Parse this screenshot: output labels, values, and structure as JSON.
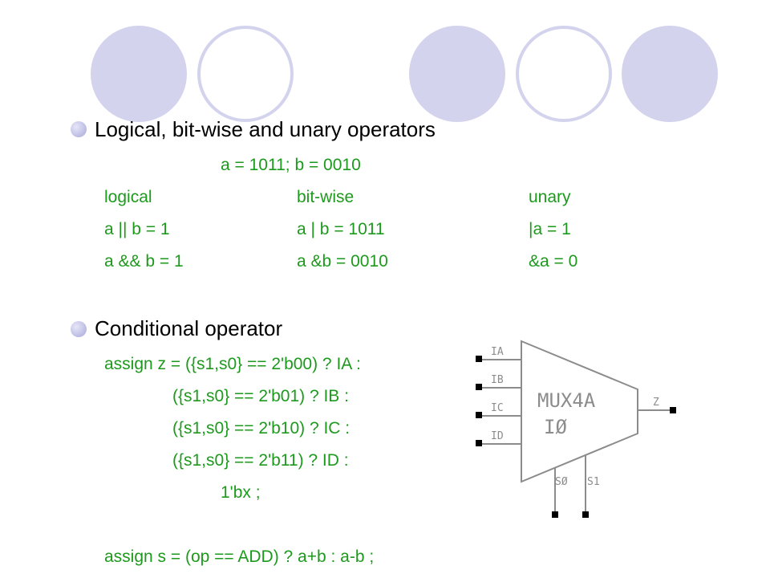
{
  "heading1": "Logical, bit-wise and unary operators",
  "given": "a = 1011; b = 0010",
  "columns": {
    "logical": {
      "header": "logical",
      "row1": "a || b = 1",
      "row2": "a && b = 1"
    },
    "bitwise": {
      "header": "bit-wise",
      "row1": "a | b = 1011",
      "row2": "a &b = 0010"
    },
    "unary": {
      "header": "unary",
      "row1": "|a = 1",
      "row2": "&a = 0"
    }
  },
  "heading2": "Conditional operator",
  "code": {
    "line1": "assign z = ({s1,s0} == 2'b00) ? IA :",
    "line2": "({s1,s0} == 2'b01) ? IB :",
    "line3": "({s1,s0} == 2'b10) ? IC :",
    "line4": "({s1,s0} == 2'b11) ? ID :",
    "line5": "1'bx ;",
    "line6": "assign s = (op == ADD) ? a+b : a-b ;"
  },
  "mux": {
    "name": "MUX4A",
    "instance": "IØ",
    "inputs": [
      "IA",
      "IB",
      "IC",
      "ID"
    ],
    "output": "Z",
    "selects": [
      "SØ",
      "S1"
    ]
  },
  "colors": {
    "code_text": "#1d9a1d",
    "decor_circle": "#d3d3ee",
    "diagram_line": "#8c8c8c"
  }
}
